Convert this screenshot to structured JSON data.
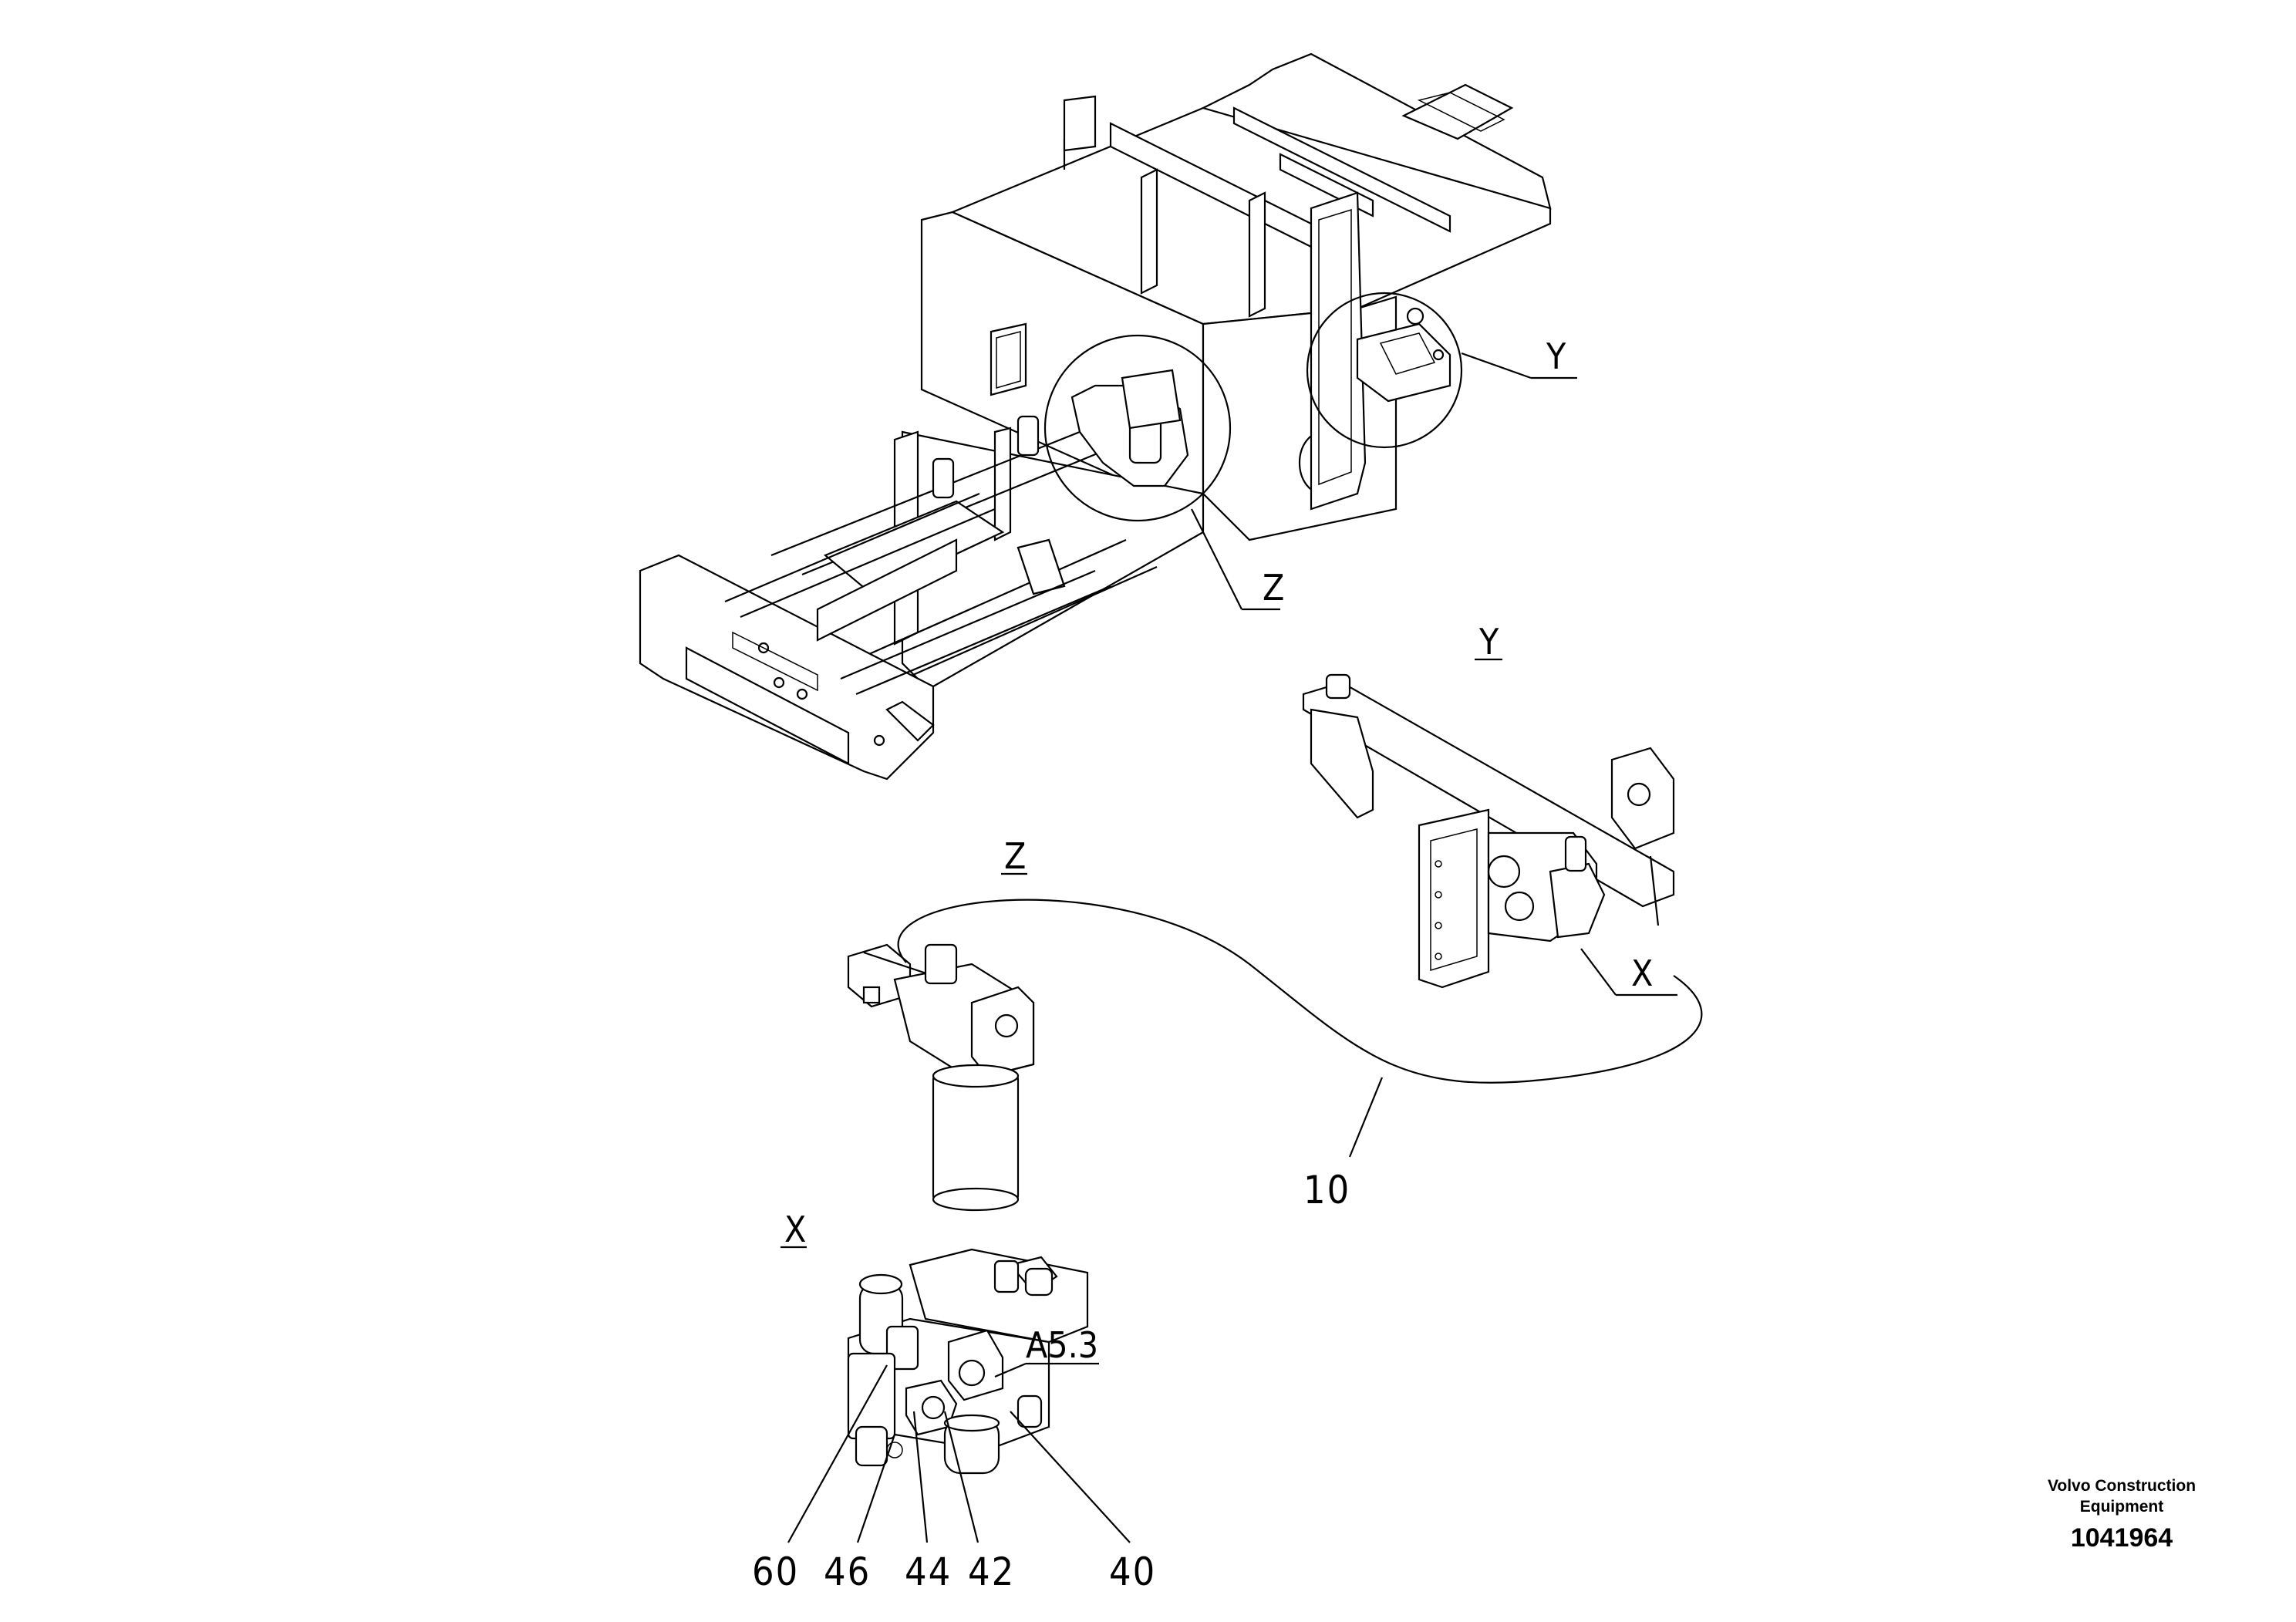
{
  "views": {
    "y_callout": "Y",
    "z_callout": "Z",
    "y_title": "Y",
    "z_title": "Z",
    "x_callout": "X",
    "x_title": "X"
  },
  "parts": {
    "p10": "10",
    "a53": "A5.3",
    "p60": "60",
    "p46": "46",
    "p44": "44",
    "p42": "42",
    "p40": "40"
  },
  "footer": {
    "brand_line1": "Volvo Construction",
    "brand_line2": "Equipment",
    "doc_number": "1041964"
  }
}
